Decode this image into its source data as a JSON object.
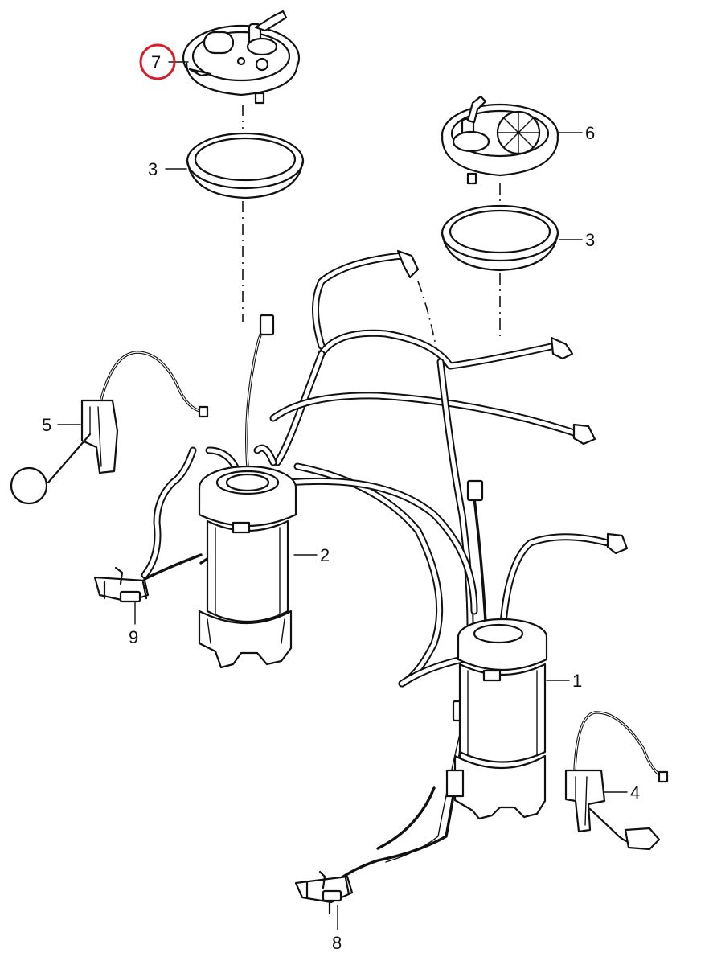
{
  "labels": {
    "l1": "1",
    "l2": "2",
    "l3a": "3",
    "l3b": "3",
    "l4": "4",
    "l5": "5",
    "l6": "6",
    "l7": "7",
    "l8": "8",
    "l9": "9"
  },
  "highlight": {
    "label": "7",
    "color": "#d4202a"
  }
}
